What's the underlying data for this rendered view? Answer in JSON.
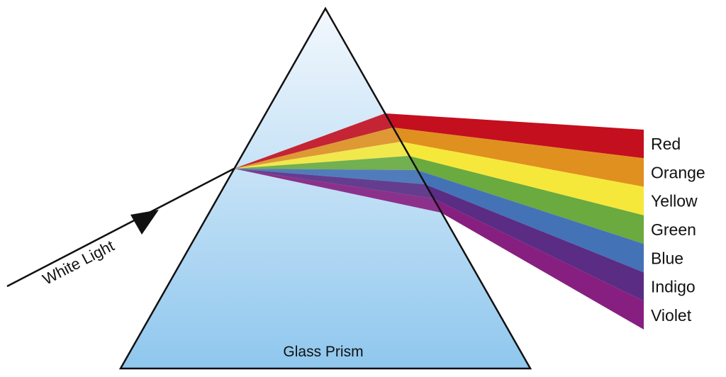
{
  "labels": {
    "white_light": "White Light",
    "glass_prism": "Glass Prism"
  },
  "spectrum": [
    {
      "name": "Red",
      "color": "#c40f1f"
    },
    {
      "name": "Orange",
      "color": "#e0901e"
    },
    {
      "name": "Yellow",
      "color": "#f6e83a"
    },
    {
      "name": "Green",
      "color": "#6aaa3f"
    },
    {
      "name": "Blue",
      "color": "#4472b6"
    },
    {
      "name": "Indigo",
      "color": "#5a2c83"
    },
    {
      "name": "Violet",
      "color": "#871f80"
    }
  ],
  "colors": {
    "prism_top": "#f3f8fd",
    "prism_bottom": "#8fc7ee",
    "outline": "#111111"
  }
}
